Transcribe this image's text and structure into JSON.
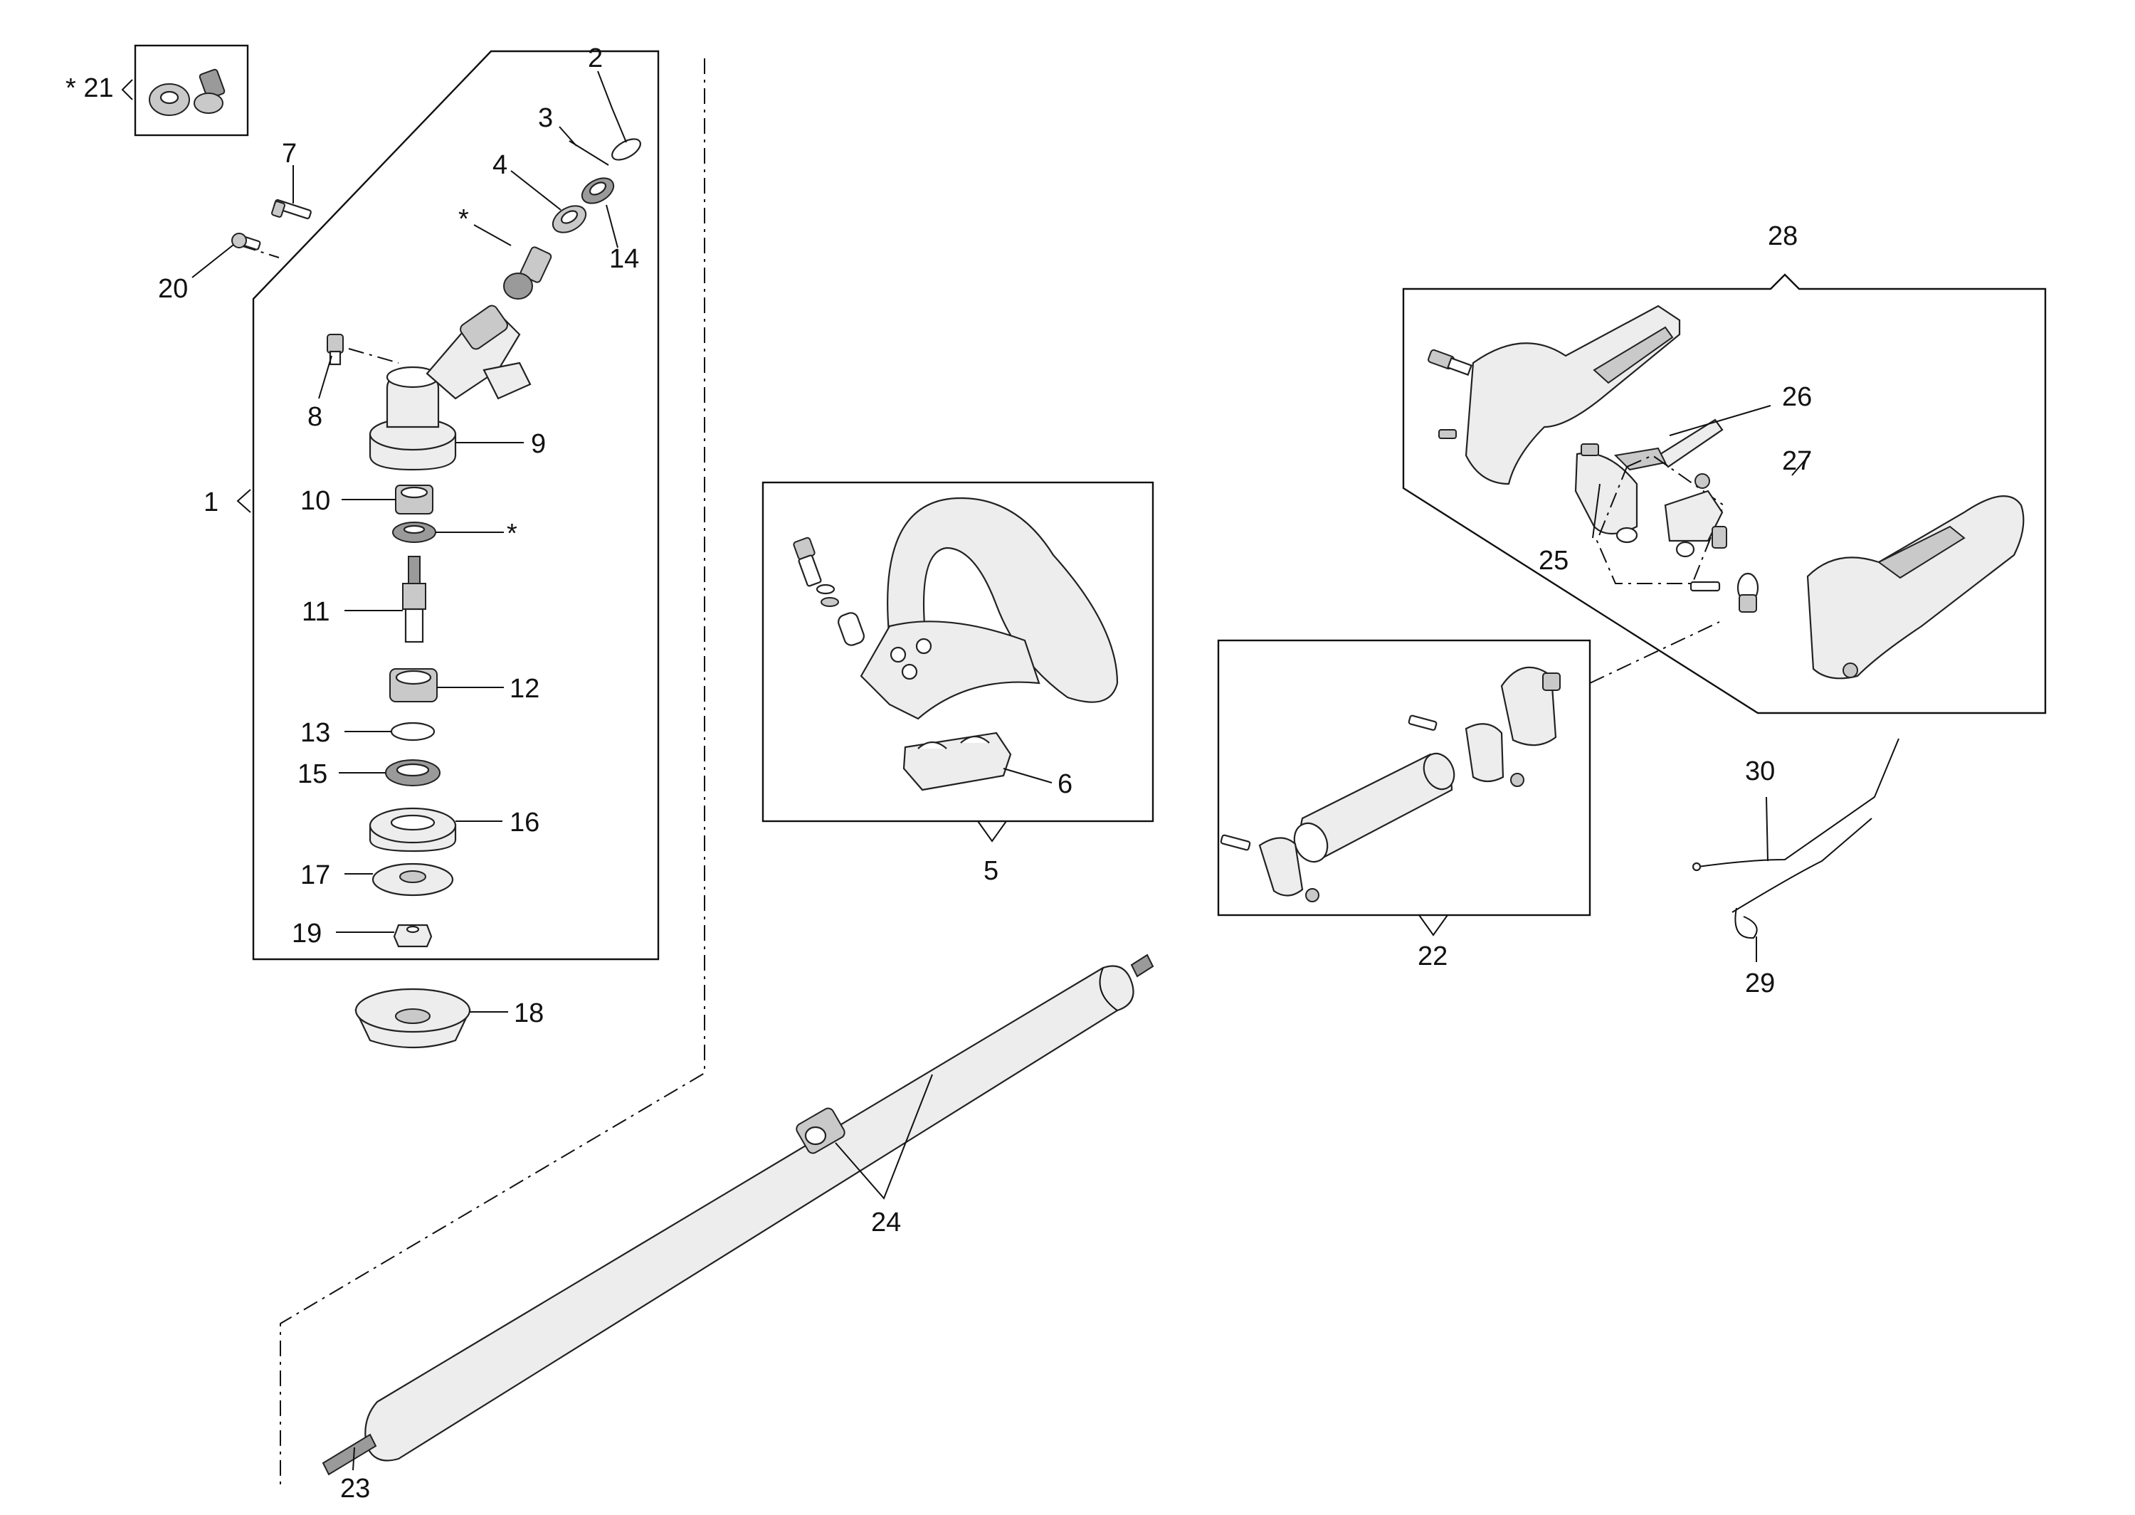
{
  "diagram": {
    "callouts": [
      {
        "id": "c1",
        "text": "1"
      },
      {
        "id": "c2",
        "text": "2"
      },
      {
        "id": "c3",
        "text": "3"
      },
      {
        "id": "c4",
        "text": "4"
      },
      {
        "id": "c5",
        "text": "5"
      },
      {
        "id": "c6",
        "text": "6"
      },
      {
        "id": "c7",
        "text": "7"
      },
      {
        "id": "c8",
        "text": "8"
      },
      {
        "id": "c9",
        "text": "9"
      },
      {
        "id": "c10",
        "text": "10"
      },
      {
        "id": "c11",
        "text": "11"
      },
      {
        "id": "c12",
        "text": "12"
      },
      {
        "id": "c13",
        "text": "13"
      },
      {
        "id": "c14",
        "text": "14"
      },
      {
        "id": "c15",
        "text": "15"
      },
      {
        "id": "c16",
        "text": "16"
      },
      {
        "id": "c17",
        "text": "17"
      },
      {
        "id": "c18",
        "text": "18"
      },
      {
        "id": "c19",
        "text": "19"
      },
      {
        "id": "c20",
        "text": "20"
      },
      {
        "id": "c21",
        "text": "* 21"
      },
      {
        "id": "c22",
        "text": "22"
      },
      {
        "id": "c23",
        "text": "23"
      },
      {
        "id": "c24",
        "text": "24"
      },
      {
        "id": "c25",
        "text": "25"
      },
      {
        "id": "c26",
        "text": "26"
      },
      {
        "id": "c27",
        "text": "27"
      },
      {
        "id": "c28",
        "text": "28"
      },
      {
        "id": "c29",
        "text": "29"
      },
      {
        "id": "c30",
        "text": "30"
      },
      {
        "id": "star-gear",
        "text": "*"
      },
      {
        "id": "star-bearing",
        "text": "*"
      }
    ],
    "colors": {
      "line": "#111111",
      "part_fill": "#ededed",
      "part_dark": "#9a9a9a",
      "background": "#ffffff"
    }
  }
}
